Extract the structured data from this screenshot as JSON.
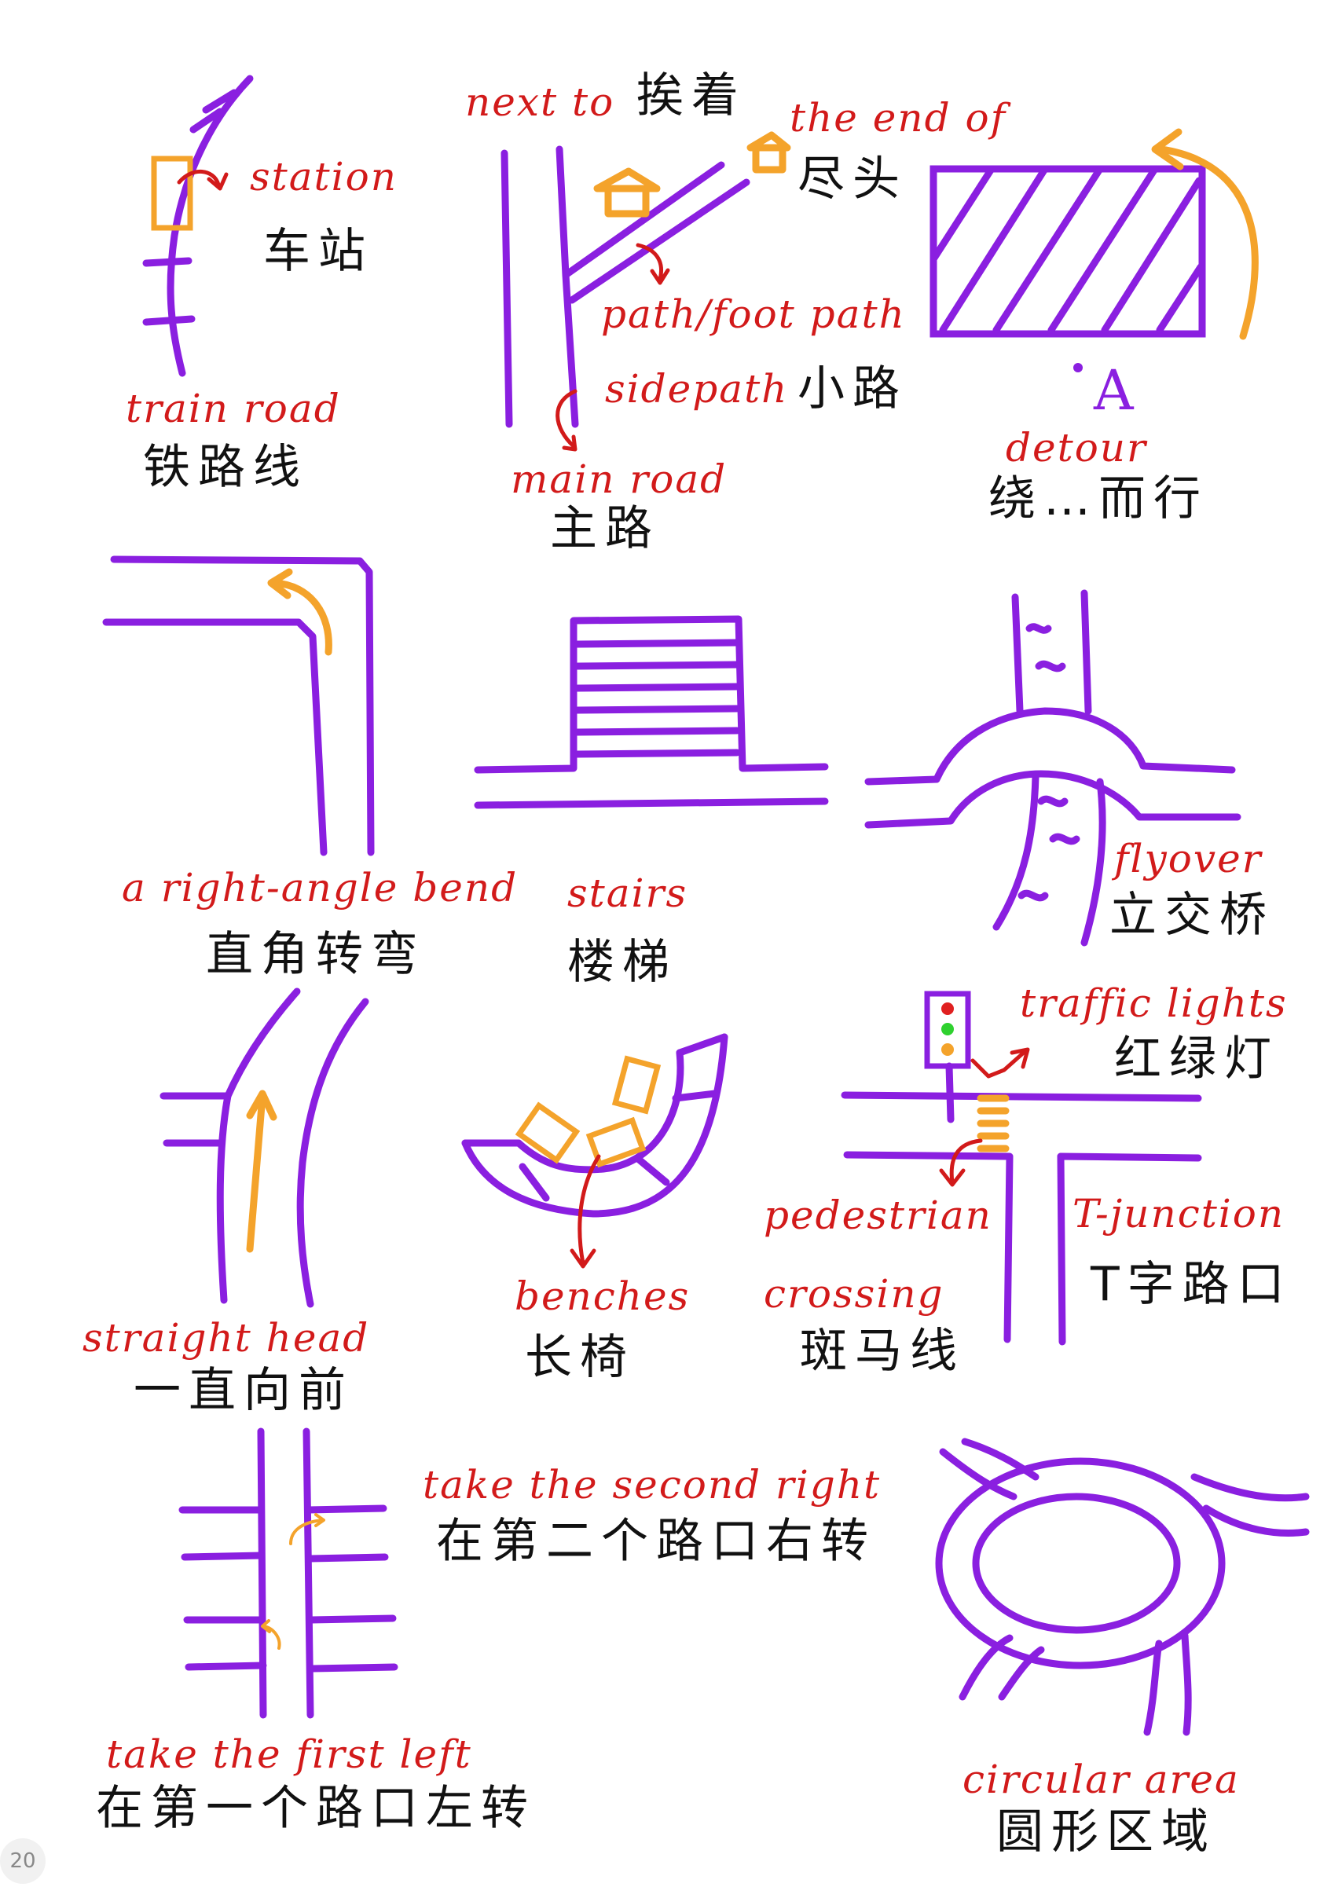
{
  "colors": {
    "road": "#8a1fe0",
    "accent": "#f4a32b",
    "english": "#d21a1a",
    "chinese": "#111111"
  },
  "items": {
    "station": {
      "en": "station",
      "zh": "车站"
    },
    "train_road": {
      "en": "train road",
      "zh": "铁路线"
    },
    "next_to": {
      "en": "next to",
      "zh": "挨着"
    },
    "end_of": {
      "en": "the end of",
      "zh": "尽头"
    },
    "path": {
      "en": "path/foot path"
    },
    "sidepath": {
      "en": "sidepath",
      "zh": "小路"
    },
    "main_road": {
      "en": "main road",
      "zh": "主路"
    },
    "detour": {
      "en": "detour",
      "zh": "绕…而行",
      "marker": "A"
    },
    "right_angle_bend": {
      "en": "a right-angle bend",
      "zh": "直角转弯"
    },
    "stairs": {
      "en": "stairs",
      "zh": "楼梯"
    },
    "flyover": {
      "en": "flyover",
      "zh": "立交桥"
    },
    "traffic_lights": {
      "en": "traffic lights",
      "zh": "红绿灯"
    },
    "straight_head": {
      "en": "straight head",
      "zh": "一直向前"
    },
    "benches": {
      "en": "benches",
      "zh": "长椅"
    },
    "pedestrian_crossing": {
      "en1": "pedestrian",
      "en2": "crossing",
      "zh": "斑马线"
    },
    "t_junction": {
      "en": "T-junction",
      "zh": "T字路口"
    },
    "second_right": {
      "en": "take the second right",
      "zh": "在第二个路口右转"
    },
    "first_left": {
      "en": "take the first left",
      "zh": "在第一个路口左转"
    },
    "circular_area": {
      "en": "circular area",
      "zh": "圆形区域"
    }
  },
  "page_number": "20"
}
